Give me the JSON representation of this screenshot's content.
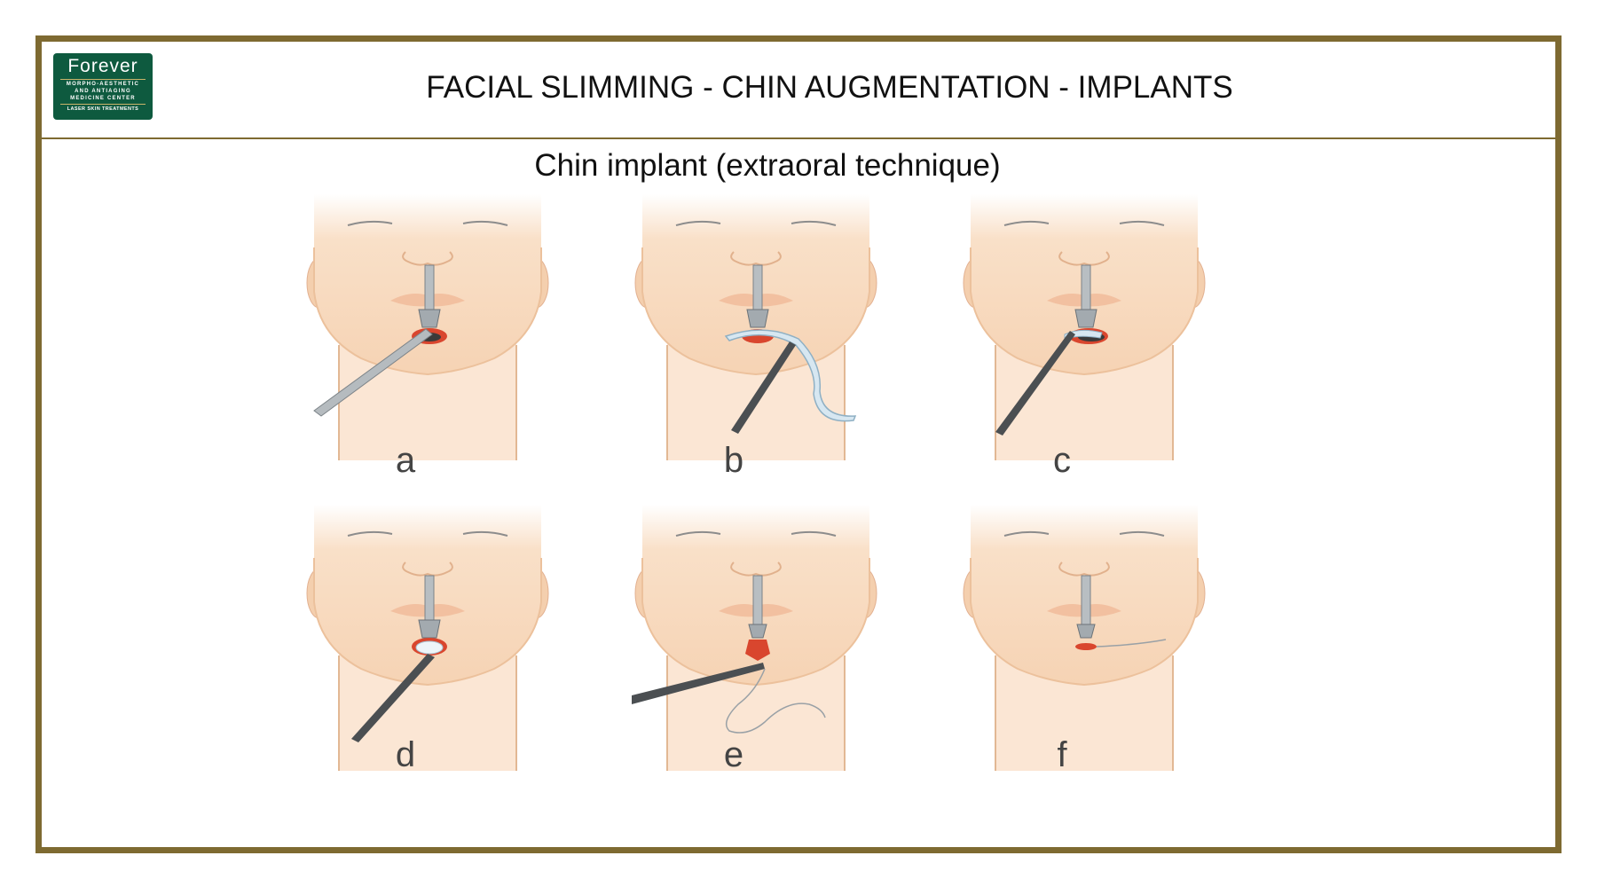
{
  "header": {
    "title": "FACIAL SLIMMING - CHIN AUGMENTATION - IMPLANTS",
    "logo": {
      "brand": "Forever",
      "line1": "MORPHO-AESTHETIC",
      "line2": "AND ANTIAGING",
      "line3": "MEDICINE CENTER",
      "line4": "LASER SKIN TREATMENTS"
    }
  },
  "figure": {
    "caption": "Chin implant (extraoral technique)",
    "panels": [
      {
        "label": "a"
      },
      {
        "label": "b"
      },
      {
        "label": "c"
      },
      {
        "label": "d"
      },
      {
        "label": "e"
      },
      {
        "label": "f"
      }
    ]
  },
  "colors": {
    "border": "#7e6a31",
    "logo_bg": "#0e5a3f",
    "skin": "#f8d9bd",
    "skin_shadow": "#f0c4a0",
    "incision": "#d9462e",
    "instrument": "#9aa1a6",
    "implant": "#cfe2ee"
  }
}
